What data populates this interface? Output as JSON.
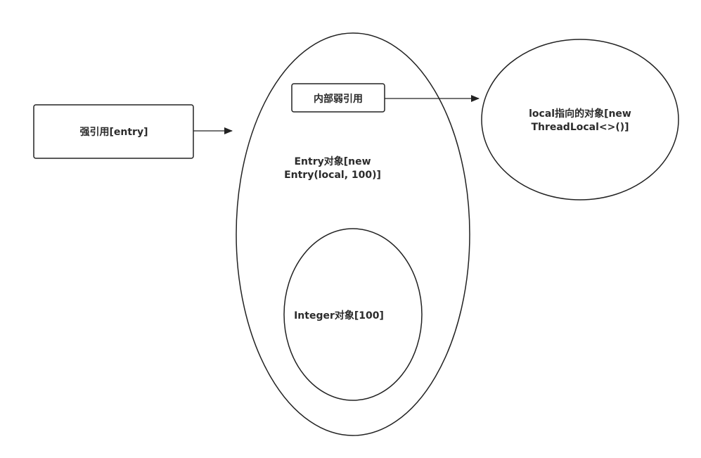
{
  "nodes": {
    "strong_ref": {
      "label": "强引用[entry]"
    },
    "entry_object": {
      "line1": "Entry对象[new",
      "line2": "Entry(local, 100)]"
    },
    "weak_ref": {
      "label": "内部弱引用"
    },
    "integer_object": {
      "label": "Integer对象[100]"
    },
    "threadlocal_object": {
      "line1": "local指向的对象[new",
      "line2": "ThreadLocal<>()]"
    }
  },
  "edges": [
    {
      "from": "strong_ref",
      "to": "entry_object"
    },
    {
      "from": "weak_ref",
      "to": "threadlocal_object"
    }
  ]
}
